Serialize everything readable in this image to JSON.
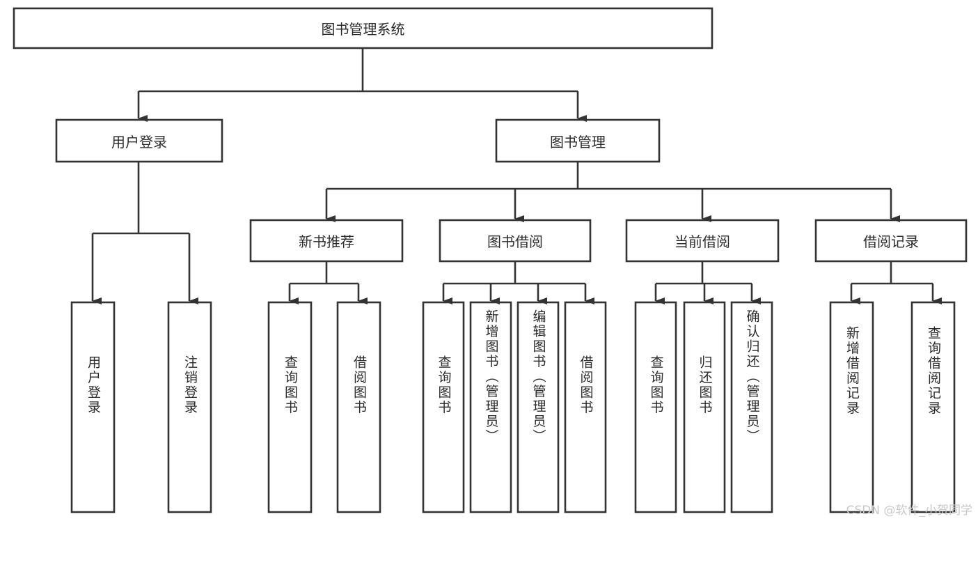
{
  "diagram": {
    "title_node": {
      "label": "图书管理系统"
    },
    "level2": [
      {
        "id": "user-login",
        "label": "用户登录"
      },
      {
        "id": "book-management",
        "label": "图书管理"
      }
    ],
    "level3": [
      {
        "id": "new-book-recommend",
        "label": "新书推荐"
      },
      {
        "id": "book-borrow",
        "label": "图书借阅"
      },
      {
        "id": "current-borrow",
        "label": "当前借阅"
      },
      {
        "id": "borrow-record",
        "label": "借阅记录"
      }
    ],
    "leaves": {
      "user_login": [
        {
          "id": "leaf-user-login",
          "label": "用户登录"
        },
        {
          "id": "leaf-logout-login",
          "label": "注销登录"
        }
      ],
      "new_book_recommend": [
        {
          "id": "leaf-query-book-1",
          "label": "查询图书"
        },
        {
          "id": "leaf-borrow-book-1",
          "label": "借阅图书"
        }
      ],
      "book_borrow": [
        {
          "id": "leaf-query-book-2",
          "label": "查询图书"
        },
        {
          "id": "leaf-add-book",
          "label": "新增图书（管理员）"
        },
        {
          "id": "leaf-edit-book",
          "label": "编辑图书（管理员）"
        },
        {
          "id": "leaf-borrow-book-2",
          "label": "借阅图书"
        }
      ],
      "current_borrow": [
        {
          "id": "leaf-query-book-3",
          "label": "查询图书"
        },
        {
          "id": "leaf-return-book",
          "label": "归还图书"
        },
        {
          "id": "leaf-confirm-return",
          "label": "确认归还（管理员）"
        }
      ],
      "borrow_record": [
        {
          "id": "leaf-add-borrow-record",
          "label": "新增借阅记录"
        },
        {
          "id": "leaf-query-borrow-record",
          "label": "查询借阅记录"
        }
      ]
    },
    "colors": {
      "stroke": "#333333",
      "box_fill": "#ffffff",
      "text": "#2b2b2b",
      "watermark": "#c9c9c9",
      "background": "#ffffff"
    }
  },
  "watermark": {
    "text": "CSDN @软件_小贺同学"
  }
}
